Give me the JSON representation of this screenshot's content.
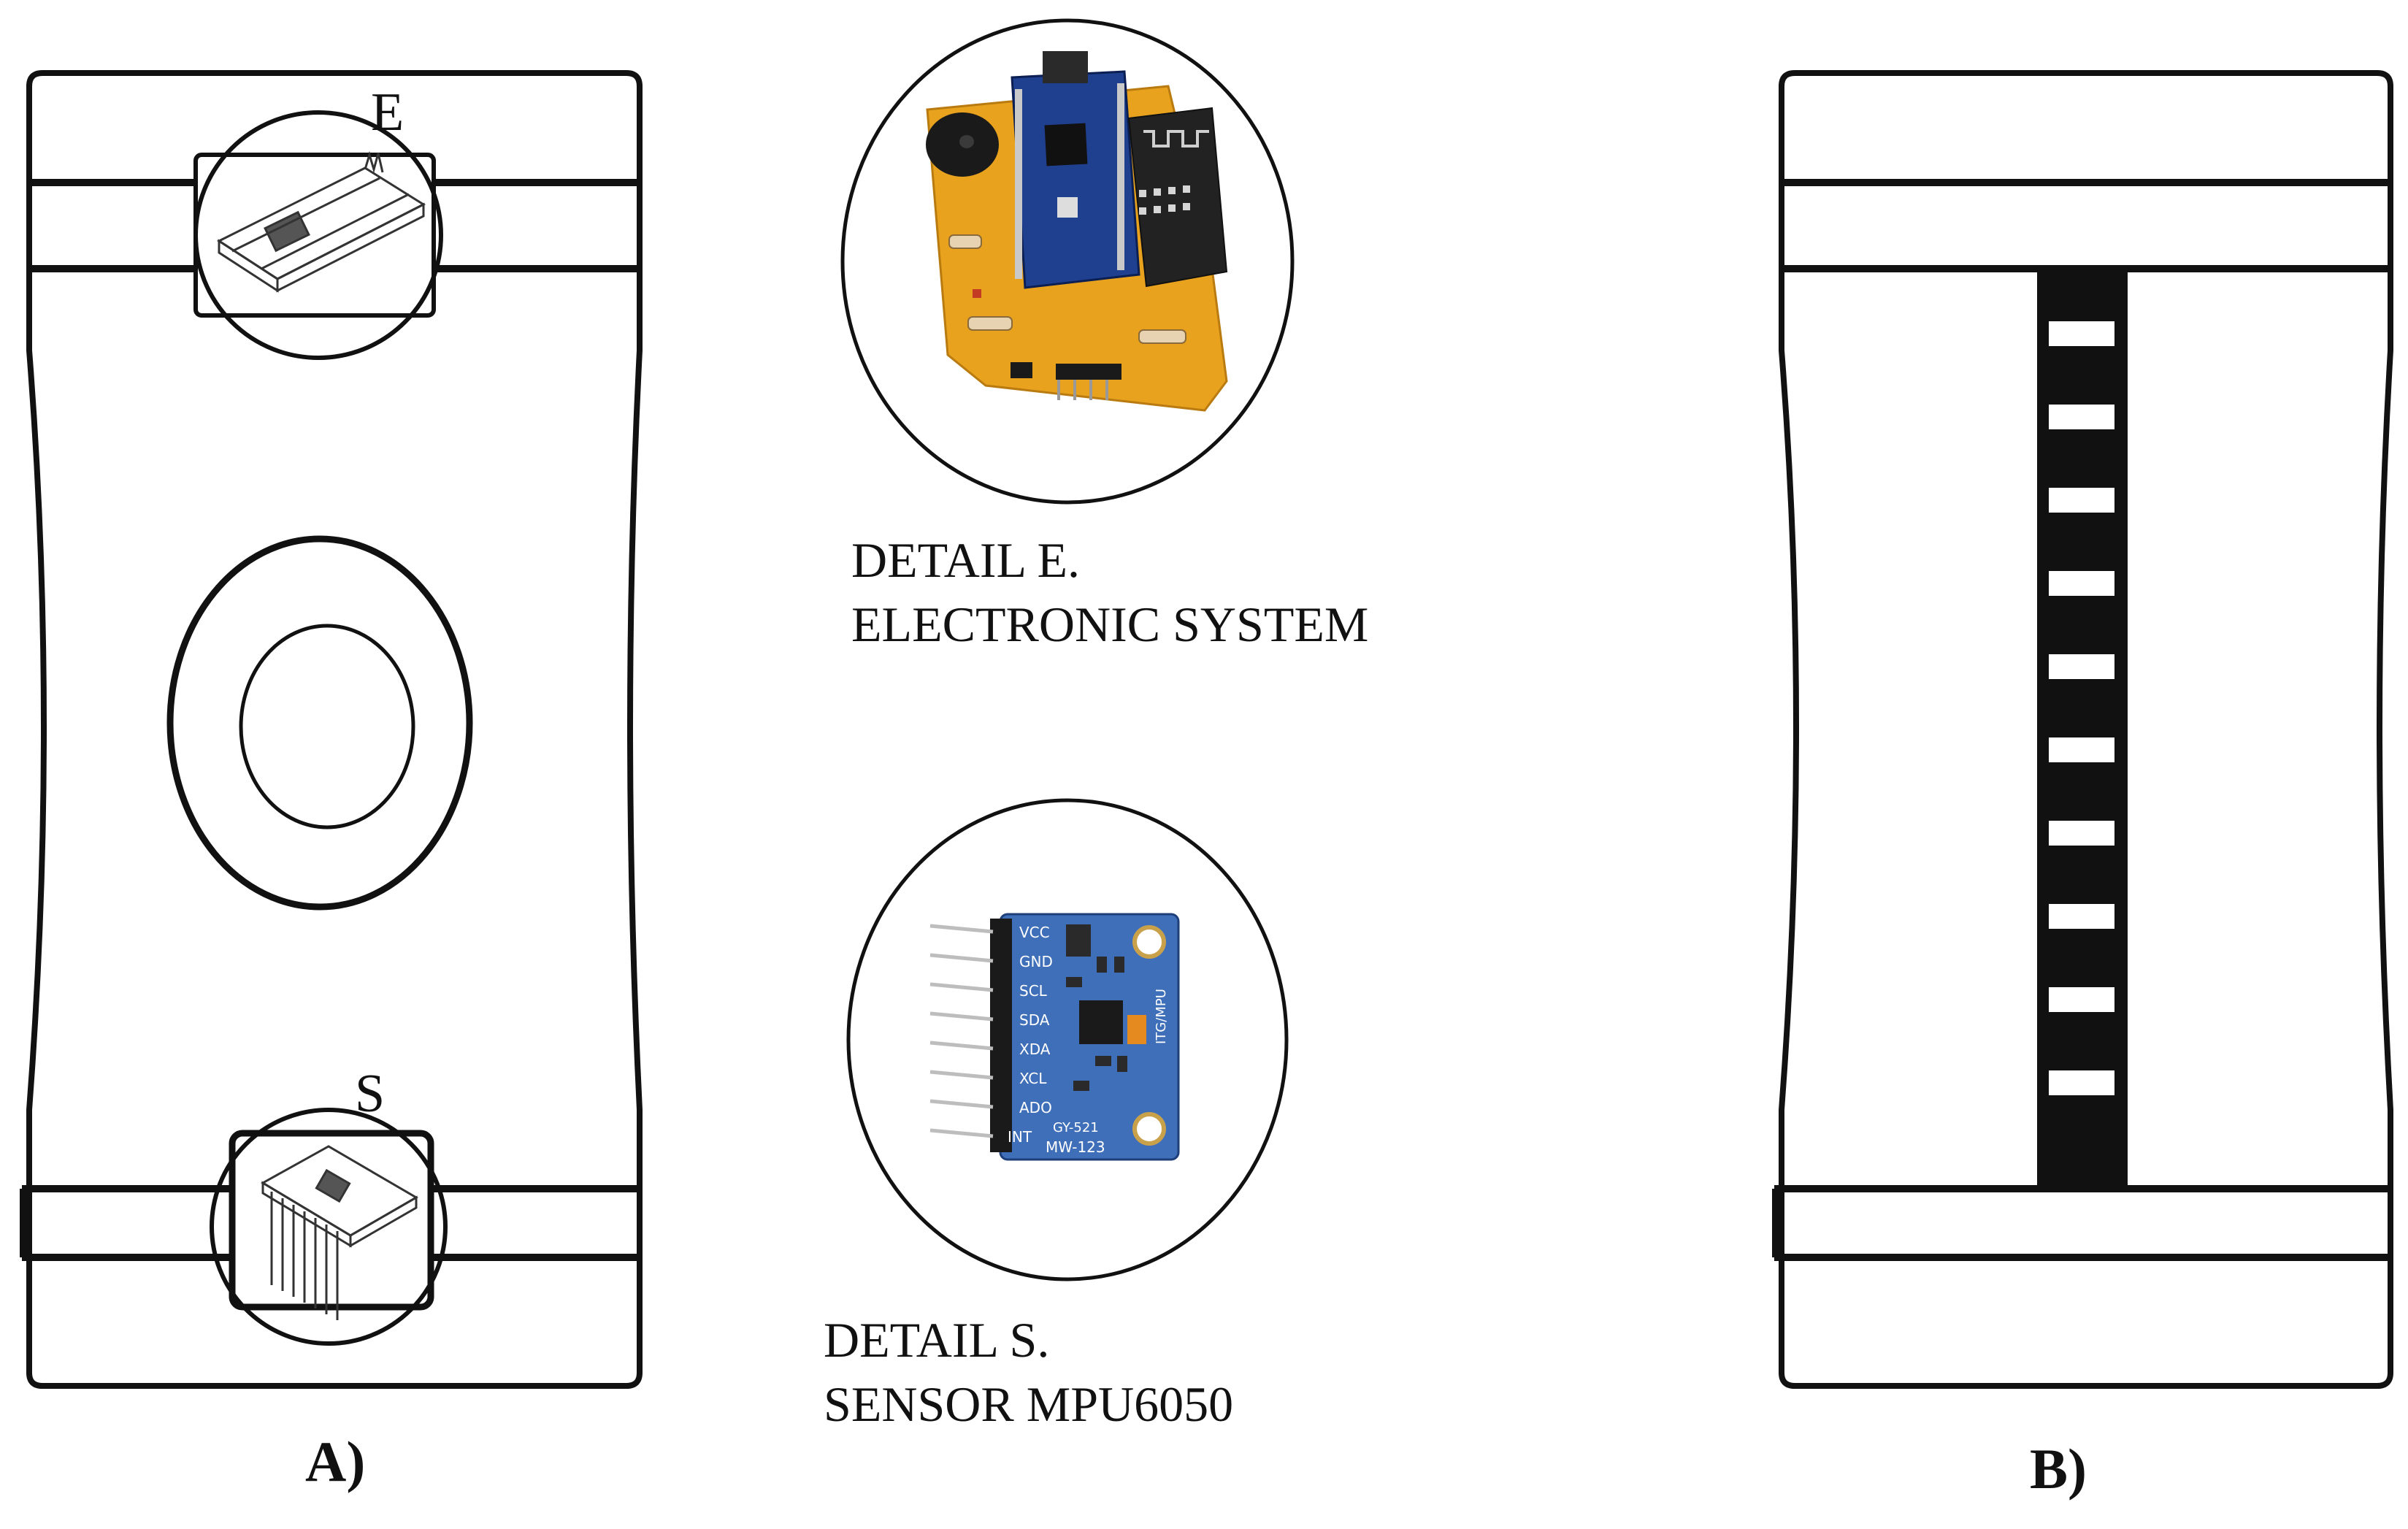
{
  "markers": {
    "e": "E",
    "s": "S"
  },
  "details": {
    "e": {
      "line1": "DETAIL E.",
      "line2": "ELECTRONIC SYSTEM"
    },
    "s": {
      "line1": "DETAIL S.",
      "line2": "SENSOR MPU6050"
    }
  },
  "sensor_pins": [
    "VCC",
    "GND",
    "SCL",
    "SDA",
    "XDA",
    "XCL",
    "ADO",
    "INT"
  ],
  "sensor_board": {
    "model": "GY-521",
    "part": "MW-123",
    "chip_label": "ITG/MPU"
  },
  "panels": {
    "a": "A)",
    "b": "B)"
  },
  "colors": {
    "line": "#111111",
    "pcb_orange": "#e8a21e",
    "arduino_blue": "#1f3f8f",
    "sensor_blue": "#3f6fb8"
  }
}
